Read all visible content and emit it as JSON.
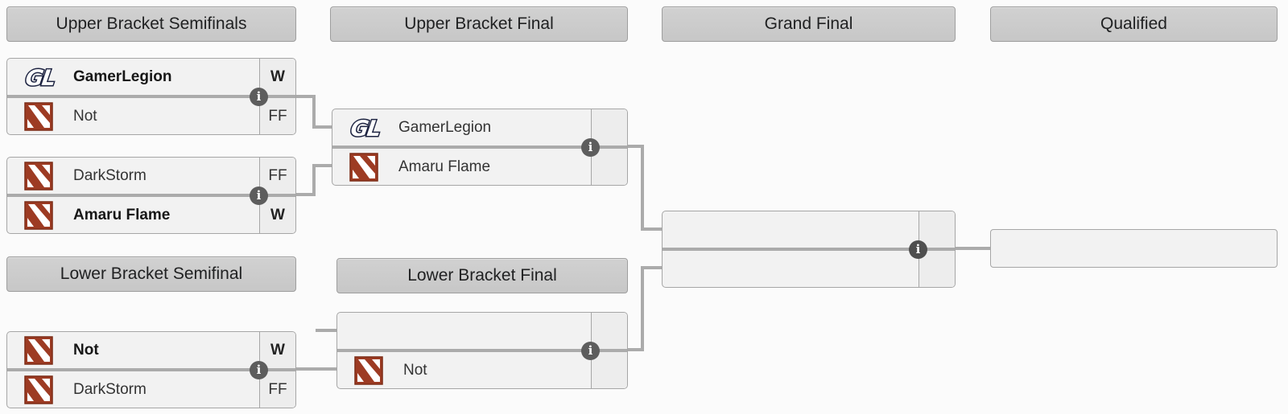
{
  "headers": {
    "ub_semifinals": "Upper Bracket Semifinals",
    "ub_final": "Upper Bracket Final",
    "grand_final": "Grand Final",
    "qualified": "Qualified",
    "lb_semifinal": "Lower Bracket Semifinal",
    "lb_final": "Lower Bracket Final"
  },
  "matches": [
    {
      "slots": [
        {
          "team": "GamerLegion",
          "icon": "gamerlegion-logo",
          "score": "W",
          "winner": true
        },
        {
          "team": "Not",
          "icon": "dota2-logo",
          "score": "FF",
          "winner": false
        }
      ]
    },
    {
      "slots": [
        {
          "team": "DarkStorm",
          "icon": "dota2-logo",
          "score": "FF",
          "winner": false
        },
        {
          "team": "Amaru Flame",
          "icon": "dota2-logo",
          "score": "W",
          "winner": true
        }
      ]
    },
    {
      "slots": [
        {
          "team": "GamerLegion",
          "icon": "gamerlegion-logo",
          "score": "",
          "winner": false
        },
        {
          "team": "Amaru Flame",
          "icon": "dota2-logo",
          "score": "",
          "winner": false
        }
      ]
    },
    {
      "slots": [
        {
          "team": "Not",
          "icon": "dota2-logo",
          "score": "W",
          "winner": true
        },
        {
          "team": "DarkStorm",
          "icon": "dota2-logo",
          "score": "FF",
          "winner": false
        }
      ]
    },
    {
      "slots": [
        {
          "team": "",
          "icon": "",
          "score": "",
          "winner": false
        },
        {
          "team": "Not",
          "icon": "dota2-logo",
          "score": "",
          "winner": false
        }
      ]
    },
    {
      "slots": [
        {
          "team": "",
          "icon": "",
          "score": "",
          "winner": false
        },
        {
          "team": "",
          "icon": "",
          "score": "",
          "winner": false
        }
      ]
    }
  ],
  "qualified_slot": {
    "team": ""
  },
  "info_icon": {
    "glyph": "i"
  },
  "colors": {
    "page_bg": "#fbfbfb",
    "header_bg": "#cbcbcb",
    "box_bg": "#f2f2f2",
    "score_bg": "#ededed",
    "border": "#a6a6a6",
    "connector": "#ababab",
    "info_bg": "#5d5d5d",
    "dota_red": "#9d3b23",
    "gamerlegion_navy": "#1c2240"
  }
}
